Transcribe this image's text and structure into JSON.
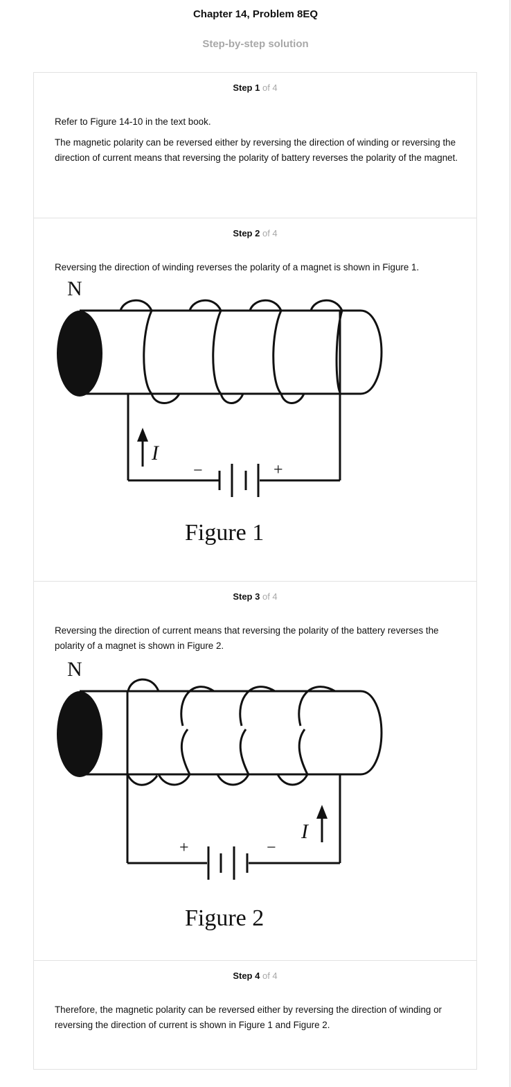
{
  "header": {
    "title": "Chapter 14, Problem 8EQ",
    "subtitle": "Step-by-step solution"
  },
  "steps": [
    {
      "label": "Step 1",
      "of": "of 4",
      "paragraphs": [
        "Refer to Figure 14-10 in the text book.",
        "The magnetic polarity can be reversed either by reversing the direction of winding or reversing the direction of current means that reversing the polarity of battery reverses the polarity of the magnet."
      ]
    },
    {
      "label": "Step 2",
      "of": "of 4",
      "paragraphs": [
        "Reversing the direction of winding reverses the polarity of a magnet is shown in Figure 1."
      ],
      "figure": {
        "pole_label": "N",
        "current_label": "I",
        "minus": "−",
        "plus": "+",
        "caption": "Figure 1"
      }
    },
    {
      "label": "Step 3",
      "of": "of 4",
      "paragraphs": [
        "Reversing the direction of current means that reversing the polarity of the battery reverses the polarity of a magnet is shown in Figure 2."
      ],
      "figure": {
        "pole_label": "N",
        "current_label": "I",
        "minus": "−",
        "plus": "+",
        "caption": "Figure 2"
      }
    },
    {
      "label": "Step 4",
      "of": "of 4",
      "paragraphs": [
        "Therefore, the magnetic polarity can be reversed either by reversing the direction of winding or reversing the direction of current is shown in Figure 1 and Figure 2."
      ]
    }
  ]
}
